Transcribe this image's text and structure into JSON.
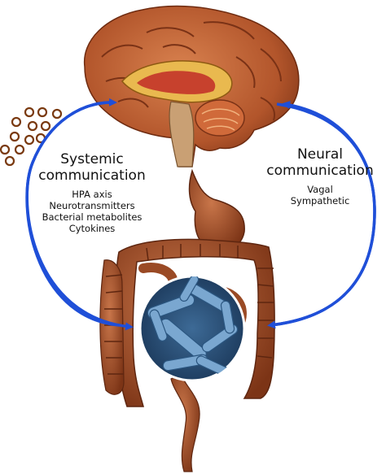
{
  "systemic": {
    "title_line1": "Systemic",
    "title_line2": "communication",
    "items": [
      "HPA axis",
      "Neurotransmitters",
      "Bacterial metabolites",
      "Cytokines"
    ]
  },
  "neural": {
    "title_line1": "Neural",
    "title_line2": "communication",
    "items": [
      "Vagal",
      "Sympathetic"
    ]
  },
  "colors": {
    "arrow": "#1f4fd8",
    "brain": "#b8582e",
    "brain_dark": "#7a3216",
    "gut": "#a8552e",
    "gut_dark": "#6e2d12",
    "bacteria_bg": "#2a4f78",
    "bacteria": "#6f9ec8",
    "particle_ring": "#7a3a10"
  }
}
